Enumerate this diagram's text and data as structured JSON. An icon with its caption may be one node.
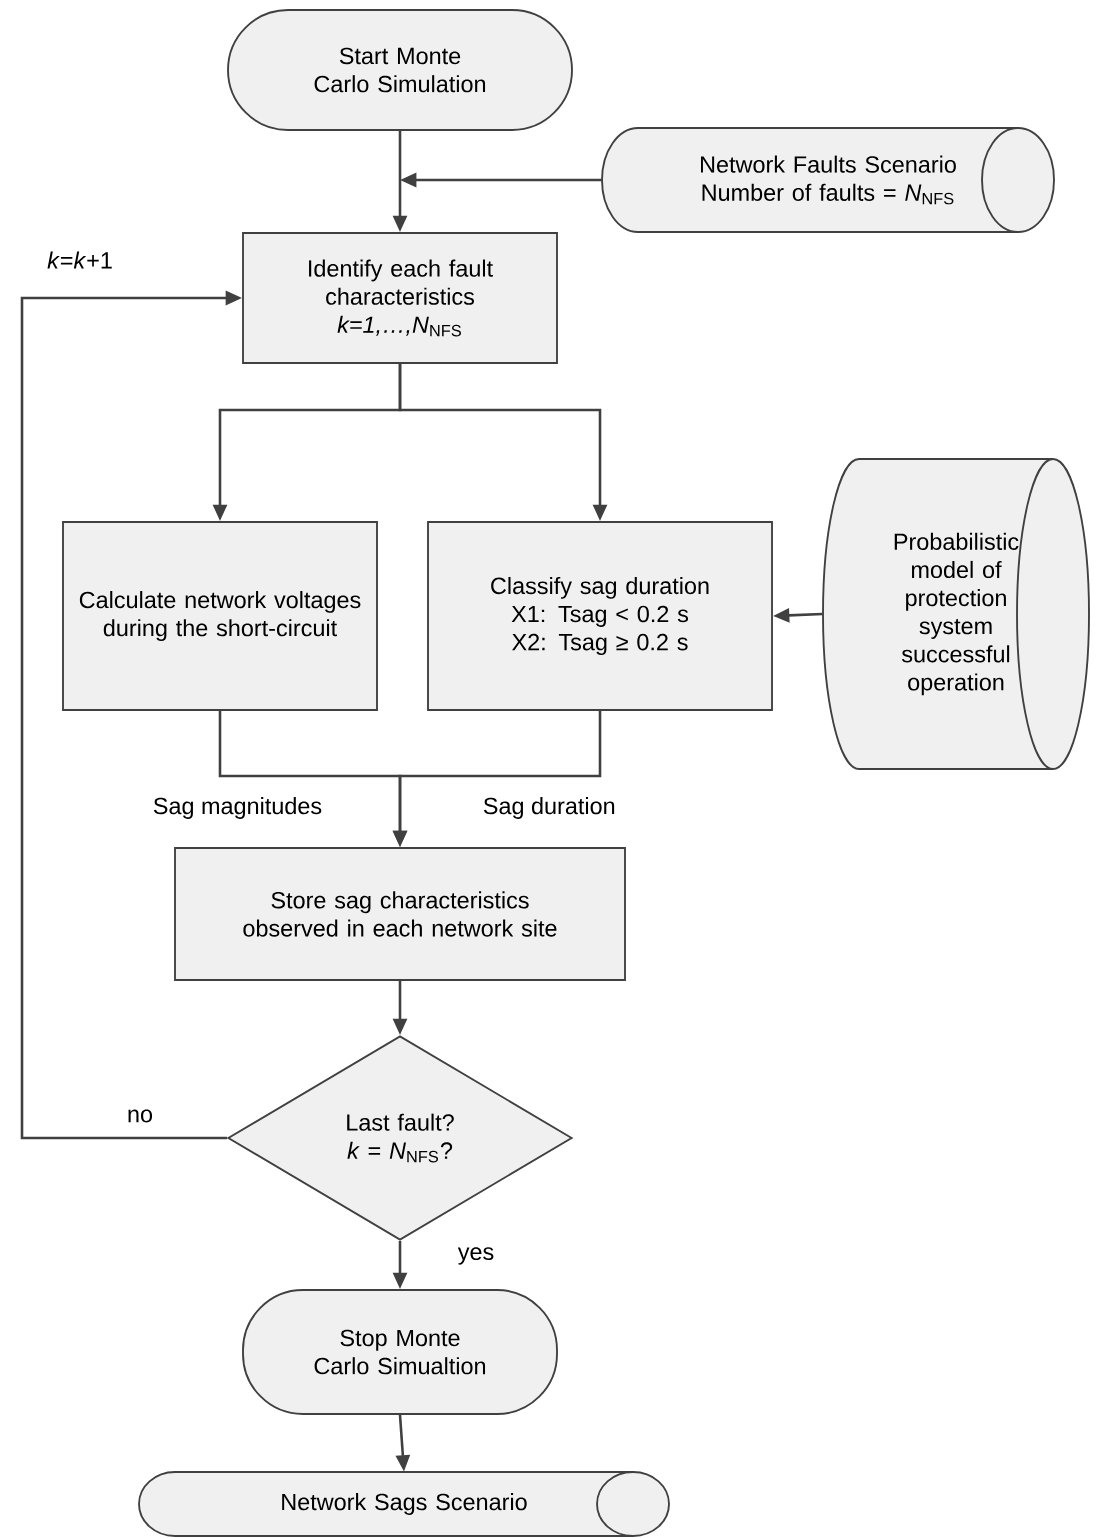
{
  "diagram": {
    "nodes": [
      {
        "text": [
          "Start Monte Carlo Simulation"
        ]
      },
      {
        "text": [
          "Network Faults Scenario Number of faults = *N*$_{NFS}$"
        ]
      },
      {
        "text": [
          "Identify each fault characteristics *k=1,…,N*$_{NFS}$"
        ]
      },
      {
        "text": [
          "Calculate network voltages during the short-circuit"
        ]
      },
      {
        "text": [
          "Classify sag duration",
          "X1: Tsag < 0.2 s",
          "X2: Tsag ≥  0.2 s"
        ]
      },
      {
        "text": [
          "Probabilistic model of protection system successful operation"
        ]
      },
      {
        "text": [
          "Store sag characteristics observed in each network site"
        ]
      },
      {
        "text": [
          "Last fault? *k* = *N*$_{NFS}$?"
        ]
      },
      {
        "text": [
          "Stop Monte Carlo Simualtion"
        ]
      },
      {
        "text": [
          "Network Sags Scenario"
        ]
      }
    ],
    "edges": [
      {
        "from": 0,
        "to": 2,
        "arrow": "to"
      },
      {
        "from": 1,
        "to": 2,
        "arrow": "to"
      },
      {
        "from": 2,
        "to": 3,
        "arrow": "to"
      },
      {
        "from": 2,
        "to": 4,
        "arrow": "to"
      },
      {
        "from": 5,
        "to": 4,
        "arrow": "to"
      },
      {
        "from": 3,
        "to": 6,
        "arrow": "to",
        "label": "Sag magnitudes"
      },
      {
        "from": 4,
        "to": 6,
        "arrow": "to",
        "label": "Sag duration"
      },
      {
        "from": 6,
        "to": 7,
        "arrow": "to"
      },
      {
        "from": 7,
        "to": 2,
        "arrow": "to",
        "label": "no"
      },
      {
        "from": 7,
        "to": 8,
        "arrow": "to",
        "label": "yes"
      },
      {
        "from": 8,
        "to": 9,
        "arrow": "to"
      }
    ],
    "labels": [
      "*k*=*k*+1"
    ]
  }
}
